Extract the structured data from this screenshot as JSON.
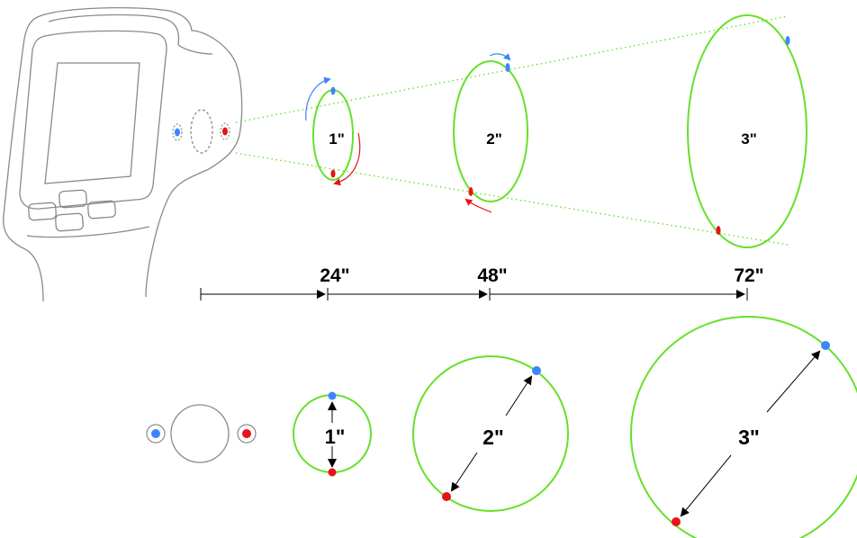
{
  "colors": {
    "ring": "#66e02a",
    "laser_a": "#3b86ff",
    "laser_b": "#e8121b",
    "outline": "#8a8a8a"
  },
  "top_spots": [
    {
      "label": "1\""
    },
    {
      "label": "2\""
    },
    {
      "label": "3\""
    }
  ],
  "distances": [
    "24\"",
    "48\"",
    "72\""
  ],
  "front_spots": [
    {
      "label": "1\""
    },
    {
      "label": "2\""
    },
    {
      "label": "3\""
    }
  ],
  "icons": [
    "thermometer-device-icon",
    "sensor-lens-icon",
    "laser-dot-icon",
    "arrow-icon"
  ]
}
